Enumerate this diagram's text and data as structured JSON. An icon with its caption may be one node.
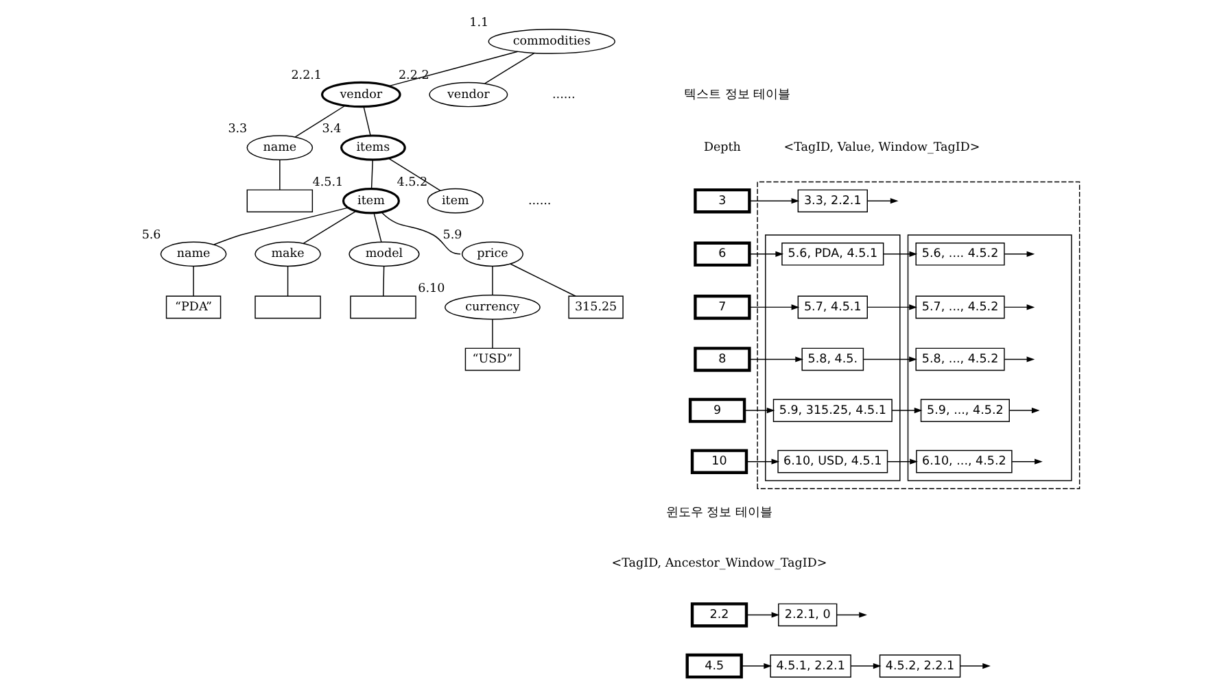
{
  "diagram": {
    "nodes": [
      {
        "text": [
          "commodities"
        ],
        "beside": [
          "1.1"
        ]
      },
      {
        "text": [
          "vendor"
        ],
        "beside": [
          "2.2.1"
        ]
      },
      {
        "text": [
          "vendor"
        ],
        "beside": [
          "2.2.2"
        ]
      },
      {
        "text": [
          "name"
        ],
        "beside": [
          "3.3"
        ]
      },
      {
        "text": [
          "items"
        ],
        "beside": [
          "3.4"
        ]
      },
      {
        "text": [],
        "shape": "box"
      },
      {
        "text": [
          "item"
        ],
        "beside": [
          "4.5.1"
        ]
      },
      {
        "text": [
          "item"
        ],
        "beside": [
          "4.5.2"
        ]
      },
      {
        "text": [
          "name"
        ],
        "beside": [
          "5.6"
        ]
      },
      {
        "text": [
          "make"
        ]
      },
      {
        "text": [
          "model"
        ]
      },
      {
        "text": [
          "price"
        ],
        "beside": [
          "5.9"
        ]
      },
      {
        "text": [
          "“PDA”"
        ]
      },
      {
        "text": [],
        "shape": "box"
      },
      {
        "text": [],
        "shape": "box"
      },
      {
        "text": [
          "currency"
        ],
        "beside": [
          "6.10"
        ]
      },
      {
        "text": [
          "315.25"
        ]
      },
      {
        "text": [
          "“USD”"
        ]
      },
      {
        "text": [
          "3"
        ]
      },
      {
        "text": [
          "6"
        ]
      },
      {
        "text": [
          "7"
        ]
      },
      {
        "text": [
          "8"
        ]
      },
      {
        "text": [
          "9"
        ]
      },
      {
        "text": [
          "10"
        ]
      },
      {
        "text": [],
        "shape": "box"
      },
      {
        "text": [],
        "shape": "box",
        "in": 24
      },
      {
        "text": [],
        "shape": "box",
        "in": 24
      },
      {
        "text": [
          "3.3, 2.2.1"
        ],
        "in": 24
      },
      {
        "text": [
          "5.6, PDA, 4.5.1"
        ],
        "in": 25
      },
      {
        "text": [
          "5.7, 4.5.1"
        ],
        "in": 25
      },
      {
        "text": [
          "5.8, 4.5."
        ],
        "in": 25
      },
      {
        "text": [
          "5.9, 315.25, 4.5.1"
        ],
        "in": 25
      },
      {
        "text": [
          "6.10, USD, 4.5.1"
        ],
        "in": 25
      },
      {
        "text": [
          "5.6, .... 4.5.2"
        ],
        "in": 26
      },
      {
        "text": [
          "5.7, ..., 4.5.2"
        ],
        "in": 26
      },
      {
        "text": [
          "5.8, ..., 4.5.2"
        ],
        "in": 26
      },
      {
        "text": [
          "5.9, ..., 4.5.2"
        ],
        "in": 26
      },
      {
        "text": [
          "6.10, ..., 4.5.2"
        ],
        "in": 26
      },
      {
        "text": [
          "2.2"
        ]
      },
      {
        "text": [
          "4.5"
        ]
      },
      {
        "text": [
          "2.2.1, 0"
        ]
      },
      {
        "text": [
          "4.5.1, 2.2.1"
        ]
      },
      {
        "text": [
          "4.5.2, 2.2.1"
        ]
      }
    ],
    "edges": [
      {
        "from": 0,
        "to": 1,
        "arrow": "none"
      },
      {
        "from": 0,
        "to": 2,
        "arrow": "none"
      },
      {
        "from": 1,
        "to": 3,
        "arrow": "none"
      },
      {
        "from": 1,
        "to": 4,
        "arrow": "none"
      },
      {
        "from": 3,
        "to": 5,
        "arrow": "none"
      },
      {
        "from": 4,
        "to": 6,
        "arrow": "none"
      },
      {
        "from": 4,
        "to": 7,
        "arrow": "none"
      },
      {
        "from": 6,
        "to": 8,
        "arrow": "none"
      },
      {
        "from": 6,
        "to": 9,
        "arrow": "none"
      },
      {
        "from": 6,
        "to": 10,
        "arrow": "none"
      },
      {
        "from": 6,
        "to": 11,
        "arrow": "none"
      },
      {
        "from": 8,
        "to": 12,
        "arrow": "none"
      },
      {
        "from": 9,
        "to": 13,
        "arrow": "none"
      },
      {
        "from": 10,
        "to": 14,
        "arrow": "none"
      },
      {
        "from": 11,
        "to": 15,
        "arrow": "none"
      },
      {
        "from": 11,
        "to": 16,
        "arrow": "none"
      },
      {
        "from": 15,
        "to": 17,
        "arrow": "none"
      },
      {
        "from": 18,
        "to": 27,
        "arrow": "to"
      },
      {
        "from": 27,
        "to": null,
        "arrow": "to"
      },
      {
        "from": 19,
        "to": 28,
        "arrow": "to"
      },
      {
        "from": 20,
        "to": 29,
        "arrow": "to"
      },
      {
        "from": 21,
        "to": 30,
        "arrow": "to"
      },
      {
        "from": 22,
        "to": 31,
        "arrow": "to"
      },
      {
        "from": 23,
        "to": 32,
        "arrow": "to"
      },
      {
        "from": 28,
        "to": 33,
        "arrow": "to"
      },
      {
        "from": 29,
        "to": 34,
        "arrow": "to"
      },
      {
        "from": 30,
        "to": 35,
        "arrow": "to"
      },
      {
        "from": 31,
        "to": 36,
        "arrow": "to"
      },
      {
        "from": 32,
        "to": 37,
        "arrow": "to"
      },
      {
        "from": 33,
        "to": null,
        "arrow": "to"
      },
      {
        "from": 34,
        "to": null,
        "arrow": "to"
      },
      {
        "from": 35,
        "to": null,
        "arrow": "to"
      },
      {
        "from": 36,
        "to": null,
        "arrow": "to"
      },
      {
        "from": 37,
        "to": null,
        "arrow": "to"
      },
      {
        "from": 38,
        "to": 40,
        "arrow": "to"
      },
      {
        "from": 40,
        "to": null,
        "arrow": "to"
      },
      {
        "from": 39,
        "to": 41,
        "arrow": "to"
      },
      {
        "from": 41,
        "to": 42,
        "arrow": "to"
      },
      {
        "from": 42,
        "to": null,
        "arrow": "to"
      }
    ],
    "labels": [
      "......",
      "......",
      "텍스트 정보 테이블",
      "Depth",
      "<TagID, Value, Window_TagID>",
      "윈도우 정보 테이블",
      "<TagID, Ancestor_Window_TagID>"
    ]
  }
}
